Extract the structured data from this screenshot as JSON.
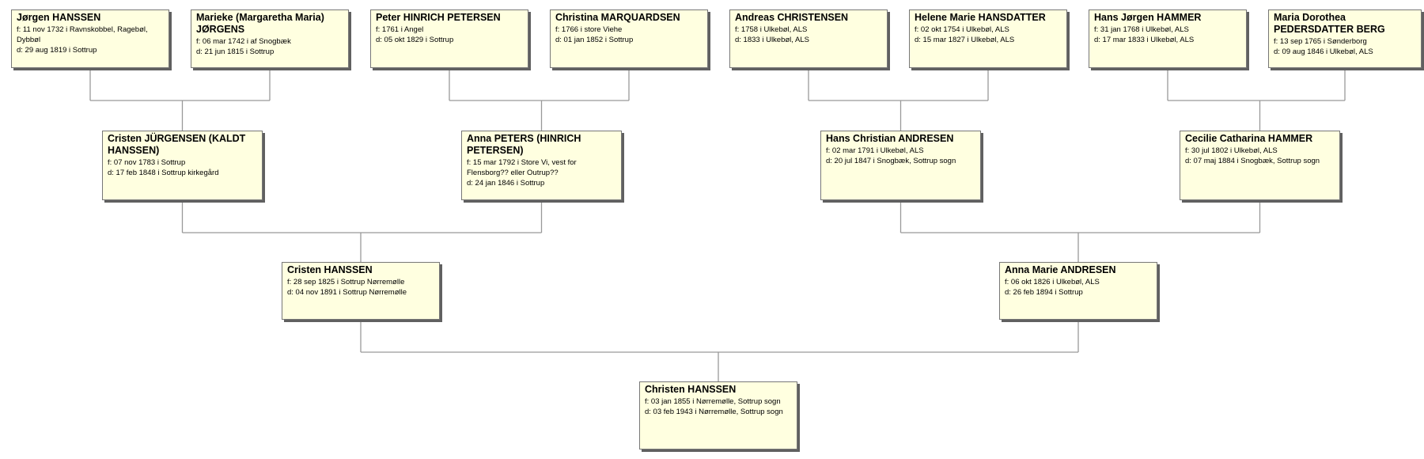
{
  "people": [
    {
      "id": "p1",
      "name": "Jørgen HANSSEN",
      "born": "f: 11 nov 1732 i Ravnskobbel, Ragebøl, Dybbøl",
      "died": "d: 29 aug 1819 i Sottrup"
    },
    {
      "id": "p2",
      "name": "Marieke (Margaretha Maria) JØRGENS",
      "born": "f: 06 mar 1742 i af Snogbæk",
      "died": "d: 21 jun 1815 i Sottrup"
    },
    {
      "id": "p3",
      "name": "Peter HINRICH PETERSEN",
      "born": "f: 1761 i Angel",
      "died": "d: 05 okt 1829 i Sottrup"
    },
    {
      "id": "p4",
      "name": "Christina MARQUARDSEN",
      "born": "f: 1766 i store Viehe",
      "died": "d: 01 jan 1852 i Sottrup"
    },
    {
      "id": "p5",
      "name": "Andreas CHRISTENSEN",
      "born": "f: 1758 i Ulkebøl, ALS",
      "died": "d: 1833 i Ulkebøl, ALS"
    },
    {
      "id": "p6",
      "name": "Helene Marie HANSDATTER",
      "born": "f: 02 okt 1754 i Ulkebøl, ALS",
      "died": "d: 15 mar 1827 i Ulkebøl, ALS"
    },
    {
      "id": "p7",
      "name": "Hans Jørgen HAMMER",
      "born": "f: 31 jan 1768 i Ulkebøl, ALS",
      "died": "d: 17 mar 1833 i Ulkebøl, ALS"
    },
    {
      "id": "p8",
      "name": "Maria Dorothea PEDERSDATTER BERG",
      "born": "f: 13 sep 1765 i Sønderborg",
      "died": "d: 09 aug 1846 i Ulkebøl, ALS"
    },
    {
      "id": "p9",
      "name": "Cristen JÜRGENSEN (KALDT HANSSEN)",
      "born": "f: 07 nov 1783 i Sottrup",
      "died": "d: 17 feb 1848 i Sottrup kirkegård"
    },
    {
      "id": "p10",
      "name": "Anna PETERS (HINRICH PETERSEN)",
      "born": "f: 15 mar 1792 i Store Vi, vest for Flensborg?? eller Outrup??",
      "died": "d: 24 jan 1846 i Sottrup"
    },
    {
      "id": "p11",
      "name": "Hans Christian ANDRESEN",
      "born": "f: 02 mar 1791 i Ulkebøl, ALS",
      "died": "d: 20 jul 1847 i Snogbæk, Sottrup sogn"
    },
    {
      "id": "p12",
      "name": "Cecilie Catharina HAMMER",
      "born": "f: 30 jul 1802 i Ulkebøl, ALS",
      "died": "d: 07 maj 1884 i Snogbæk, Sottrup sogn"
    },
    {
      "id": "p13",
      "name": "Cristen HANSSEN",
      "born": "f: 28 sep 1825 i Sottrup Nørremølle",
      "died": "d: 04 nov 1891 i Sottrup Nørremølle"
    },
    {
      "id": "p14",
      "name": "Anna Marie ANDRESEN",
      "born": "f: 06 okt 1826 i Ulkebøl, ALS",
      "died": "d: 26 feb 1894 i Sottrup"
    },
    {
      "id": "p15",
      "name": "Christen HANSSEN",
      "born": "f: 03 jan 1855 i Nørremølle, Sottrup sogn",
      "died": "d: 03 feb 1943 i Nørremølle, Sottrup sogn"
    }
  ],
  "families": [
    {
      "parents": [
        "p1",
        "p2"
      ],
      "child": "p9"
    },
    {
      "parents": [
        "p3",
        "p4"
      ],
      "child": "p10"
    },
    {
      "parents": [
        "p5",
        "p6"
      ],
      "child": "p11"
    },
    {
      "parents": [
        "p7",
        "p8"
      ],
      "child": "p12"
    },
    {
      "parents": [
        "p9",
        "p10"
      ],
      "child": "p13"
    },
    {
      "parents": [
        "p11",
        "p12"
      ],
      "child": "p14"
    },
    {
      "parents": [
        "p13",
        "p14"
      ],
      "child": "p15"
    }
  ],
  "colors": {
    "box_bg": "#ffffe0",
    "box_border": "#777777",
    "shadow": "#606060",
    "connector": "#999999"
  }
}
